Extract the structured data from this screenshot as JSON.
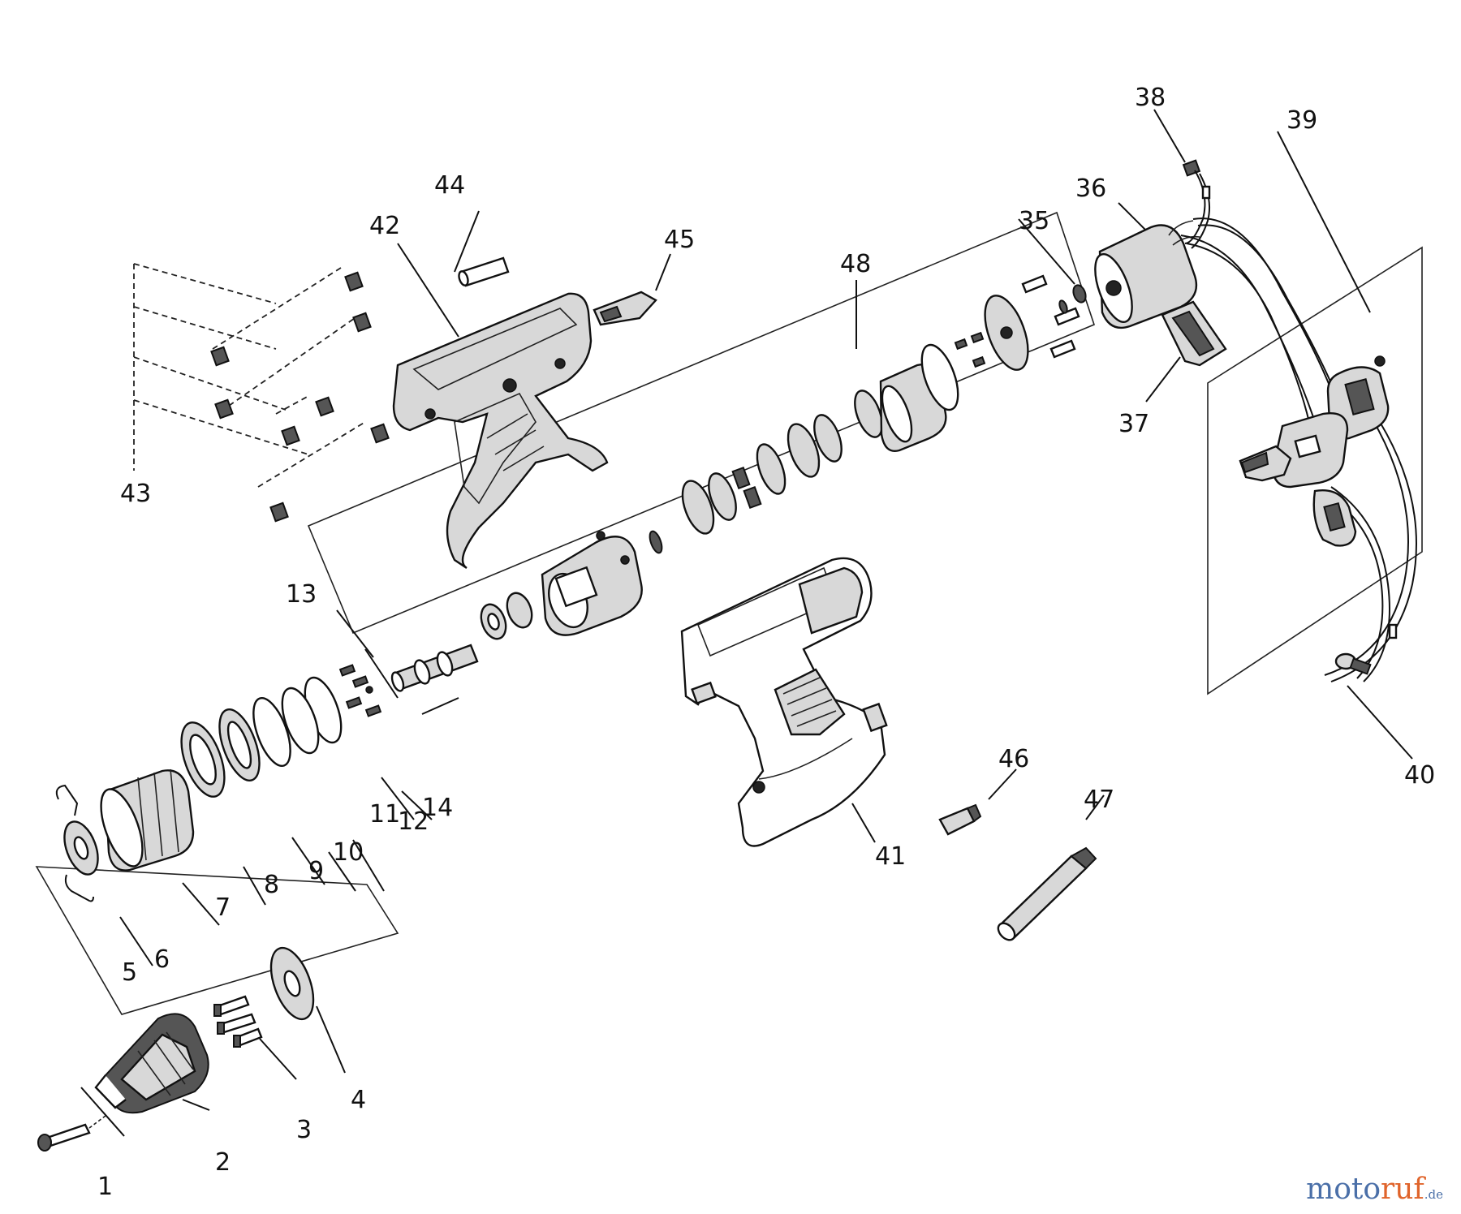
{
  "diagram": {
    "part_numbers": {
      "p1": "1",
      "p2": "2",
      "p3": "3",
      "p4": "4",
      "p5": "5",
      "p6": "6",
      "p7": "7",
      "p8": "8",
      "p9": "9",
      "p10": "10",
      "p11": "11",
      "p12": "12",
      "p13": "13",
      "p14": "14",
      "p35": "35",
      "p36": "36",
      "p37": "37",
      "p38": "38",
      "p39": "39",
      "p40": "40",
      "p41": "41",
      "p42": "42",
      "p43": "43",
      "p44": "44",
      "p45": "45",
      "p46": "46",
      "p47": "47",
      "p48": "48"
    }
  },
  "watermark": {
    "brand_part1": "moto",
    "brand_part2": "ruf",
    "suffix": ".de"
  }
}
